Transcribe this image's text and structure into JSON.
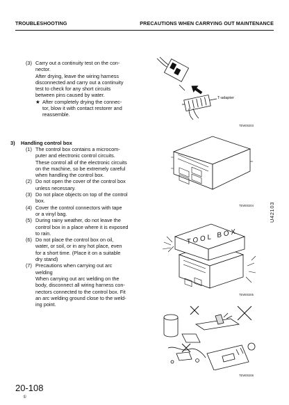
{
  "header": {
    "left": "TROUBLESHOOTING",
    "right": "PRECAUTIONS WHEN CARRYING OUT MAINTENANCE"
  },
  "step3": {
    "num": "(3)",
    "lines": [
      "Carry out a continuity test on the con-",
      "nector.",
      "After drying, leave the wiring harness",
      "disconnected and carry out a continuity",
      "test to check for any short circuits",
      "between pins caused by water."
    ],
    "note_star": "★",
    "note_lines": [
      "After completely drying the connec-",
      "tor, blow it with contact restorer and",
      "reassemble."
    ]
  },
  "section3": {
    "num": "3)",
    "title": "Handling control box",
    "items": [
      {
        "num": "(1)",
        "lines": [
          "The control box contains a microcom-",
          "puter and electronic control circuits.",
          "These control all of the electronic circuits",
          "on the machine, so be extremely careful",
          "when handling the control box."
        ]
      },
      {
        "num": "(2)",
        "lines": [
          "Do not open the cover of the control box",
          "unless necessary."
        ]
      },
      {
        "num": "(3)",
        "lines": [
          "Do not place objects on top of the control",
          "box."
        ]
      },
      {
        "num": "(4)",
        "lines": [
          "Cover the control connectors with tape",
          "or a vinyl bag."
        ]
      },
      {
        "num": "(5)",
        "lines": [
          "During rainy weather, do not leave the",
          "control box in a place where it is exposed",
          "to rain."
        ]
      },
      {
        "num": "(6)",
        "lines": [
          "Do not place the control box on oil,",
          "water, or soil, or in any hot place, even",
          "for a short time. (Place it on a suitable",
          "dry stand)"
        ]
      },
      {
        "num": "(7)",
        "lines": [
          "Precautions when carrying out arc",
          "welding",
          "When carrying out arc welding on the",
          "body, disconnect all wiring harness con-",
          "nectors connected to the control box. Fit",
          "an arc welding ground close to the weld-",
          "ing point."
        ]
      }
    ]
  },
  "figures": {
    "fig1_label": "T-adapter",
    "fig1_code": "TEW00203",
    "fig2_code": "TEW00204",
    "fig3_text": "TOOL BOX",
    "fig3_code": "TEW00205",
    "fig4_code": "TEW00206"
  },
  "footer": {
    "page": "20-108",
    "rev": "①"
  },
  "side_code": "U42103"
}
